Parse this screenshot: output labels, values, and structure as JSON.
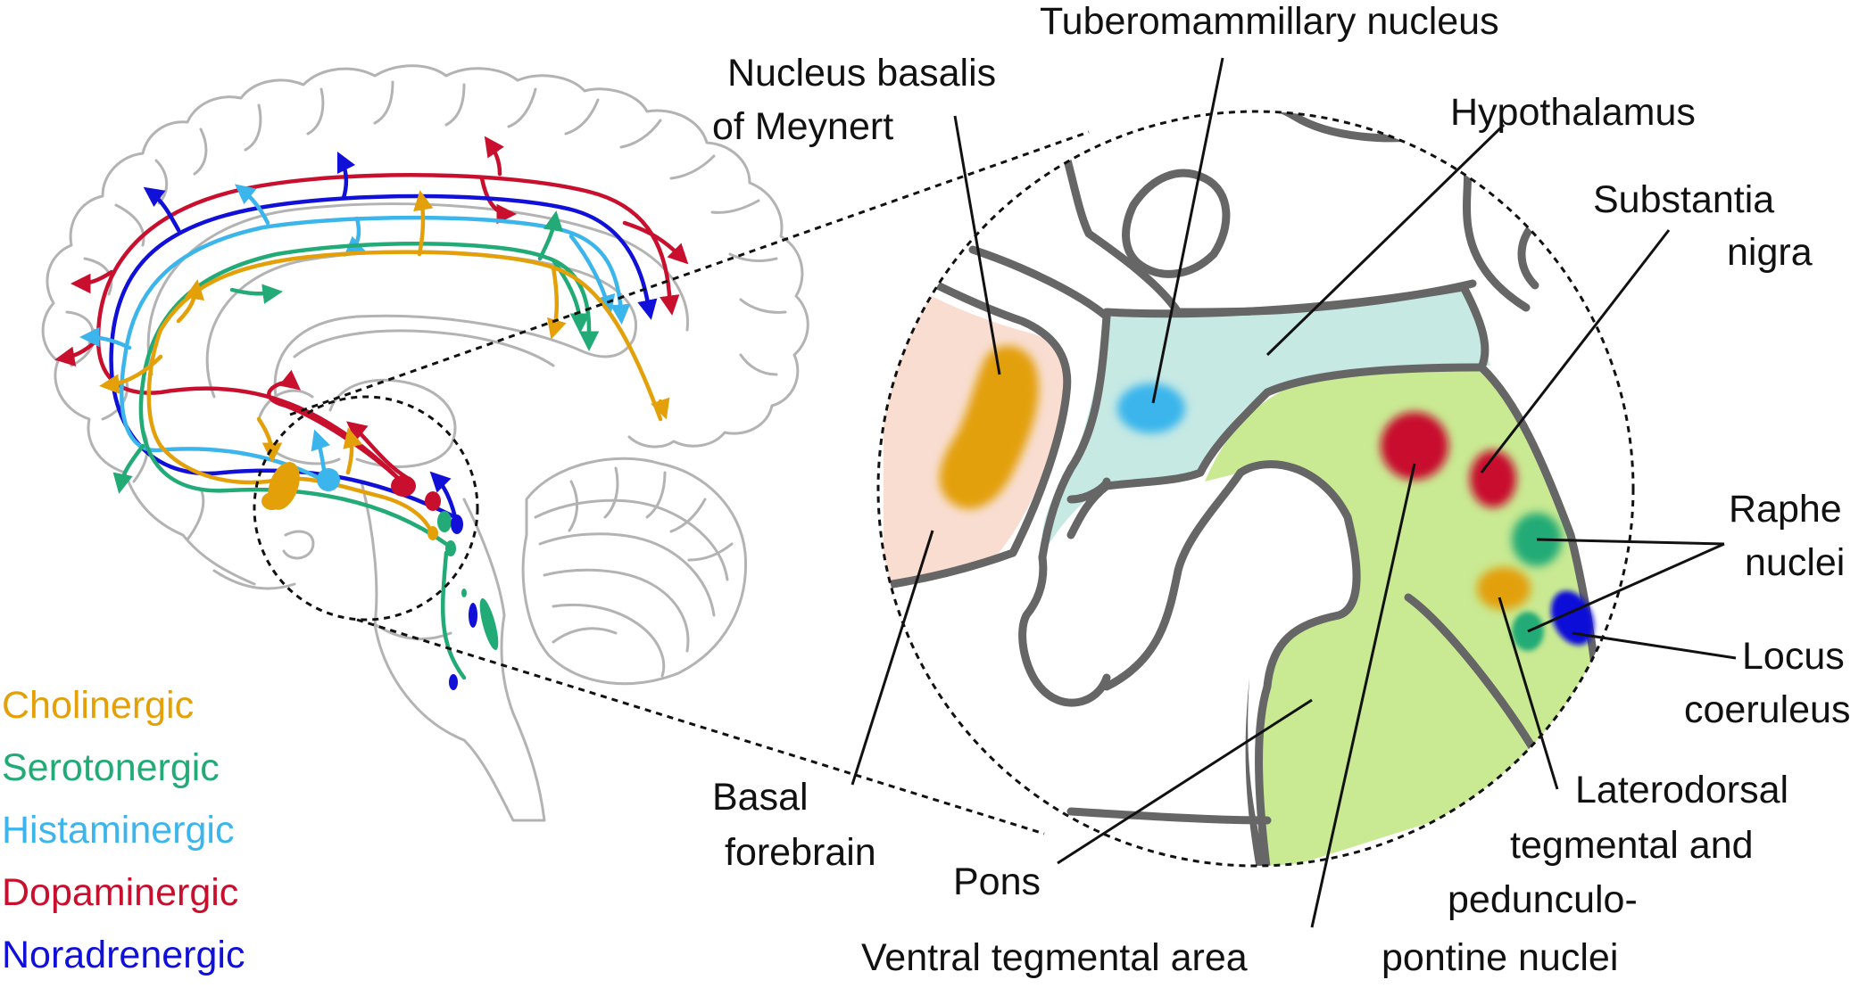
{
  "legend": [
    {
      "key": "cholinergic",
      "label": "Cholinergic",
      "color": "#e3a008"
    },
    {
      "key": "serotonergic",
      "label": "Serotonergic",
      "color": "#22ab76"
    },
    {
      "key": "histaminergic",
      "label": "Histaminergic",
      "color": "#3bb5ec"
    },
    {
      "key": "dopaminergic",
      "label": "Dopaminergic",
      "color": "#c8102e"
    },
    {
      "key": "noradrenergic",
      "label": "Noradrenergic",
      "color": "#1010d8"
    }
  ],
  "labels": {
    "tuberomammillary": "Tuberomammillary nucleus",
    "nucleus_basalis_line1": "Nucleus basalis",
    "nucleus_basalis_line2": "of Meynert",
    "hypothalamus": "Hypothalamus",
    "substantia_line1": "Substantia",
    "substantia_line2": "nigra",
    "raphe_line1": "Raphe",
    "raphe_line2": "nuclei",
    "locus_line1": "Locus",
    "locus_line2": "coeruleus",
    "ldt_line1": "Laterodorsal",
    "ldt_line2": "tegmental and",
    "ldt_line3": "pedunculo-",
    "ldt_line4": "pontine nuclei",
    "basal_line1": "Basal",
    "basal_line2": "forebrain",
    "pons": "Pons",
    "vta": "Ventral tegmental area"
  },
  "colors": {
    "basal_forebrain_fill": "#f8ddd0",
    "hypothalamus_fill": "#c6e9e4",
    "brainstem_fill": "#c9e992",
    "region_outline": "#666666",
    "brain_outline": "#b3b3b3"
  }
}
